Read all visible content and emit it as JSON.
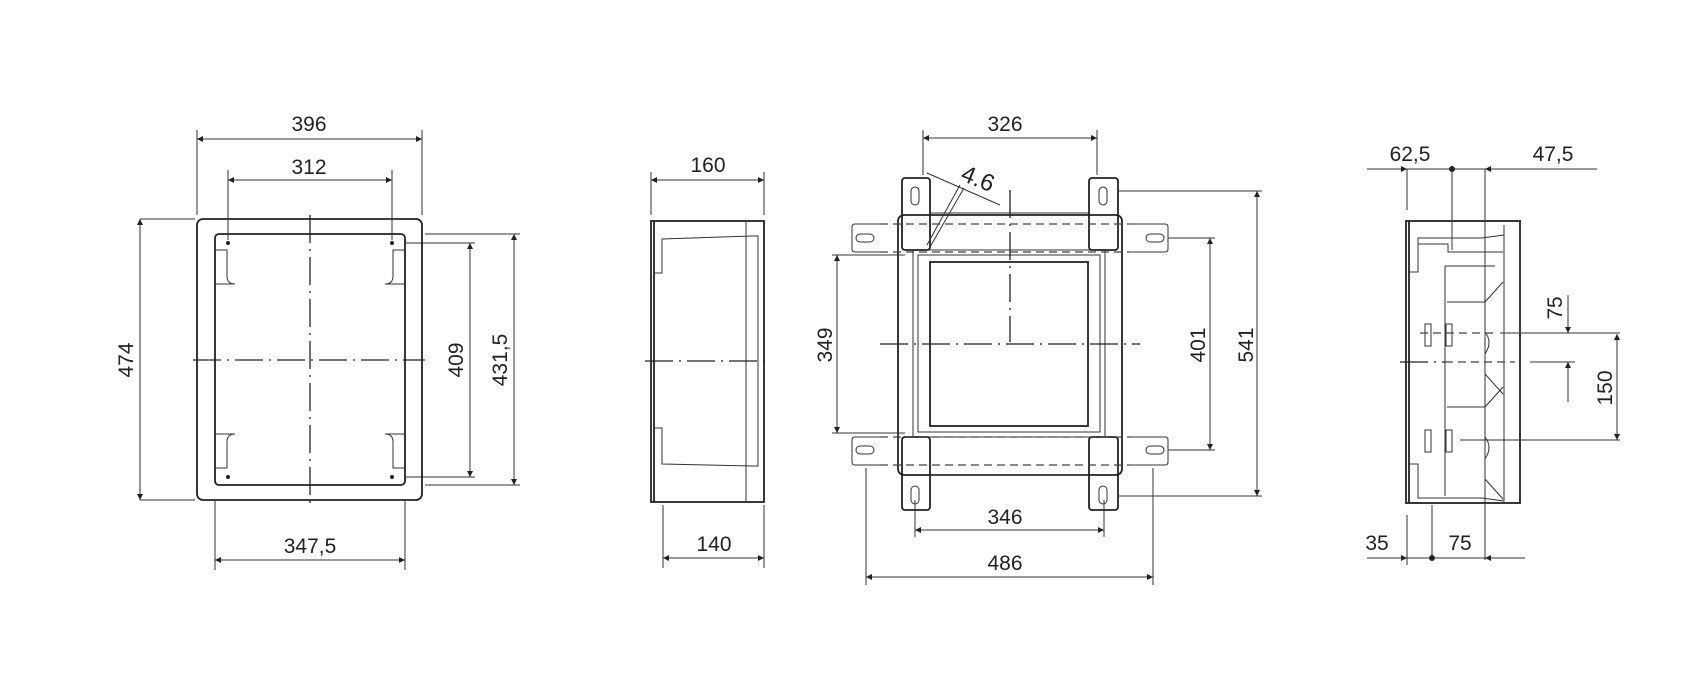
{
  "front_view": {
    "width_overall": "396",
    "width_inner": "312",
    "height_overall": "474",
    "height_holes": "409",
    "height_inner": "431,5",
    "width_bottom": "347,5"
  },
  "side_view": {
    "depth_overall": "160",
    "depth_body": "140"
  },
  "mounting_view": {
    "flange_spacing_top": "326",
    "hole_diameter": "4.6",
    "height_vertical_tabs": "349",
    "height_horizontal_tabs": "401",
    "height_overall": "541",
    "width_bottom": "346",
    "width_overall": "486"
  },
  "section_view": {
    "top_left": "62,5",
    "top_right": "47,5",
    "bottom_left": "35",
    "bottom_right": "75",
    "rail_offset": "75",
    "rail_spacing": "150"
  }
}
